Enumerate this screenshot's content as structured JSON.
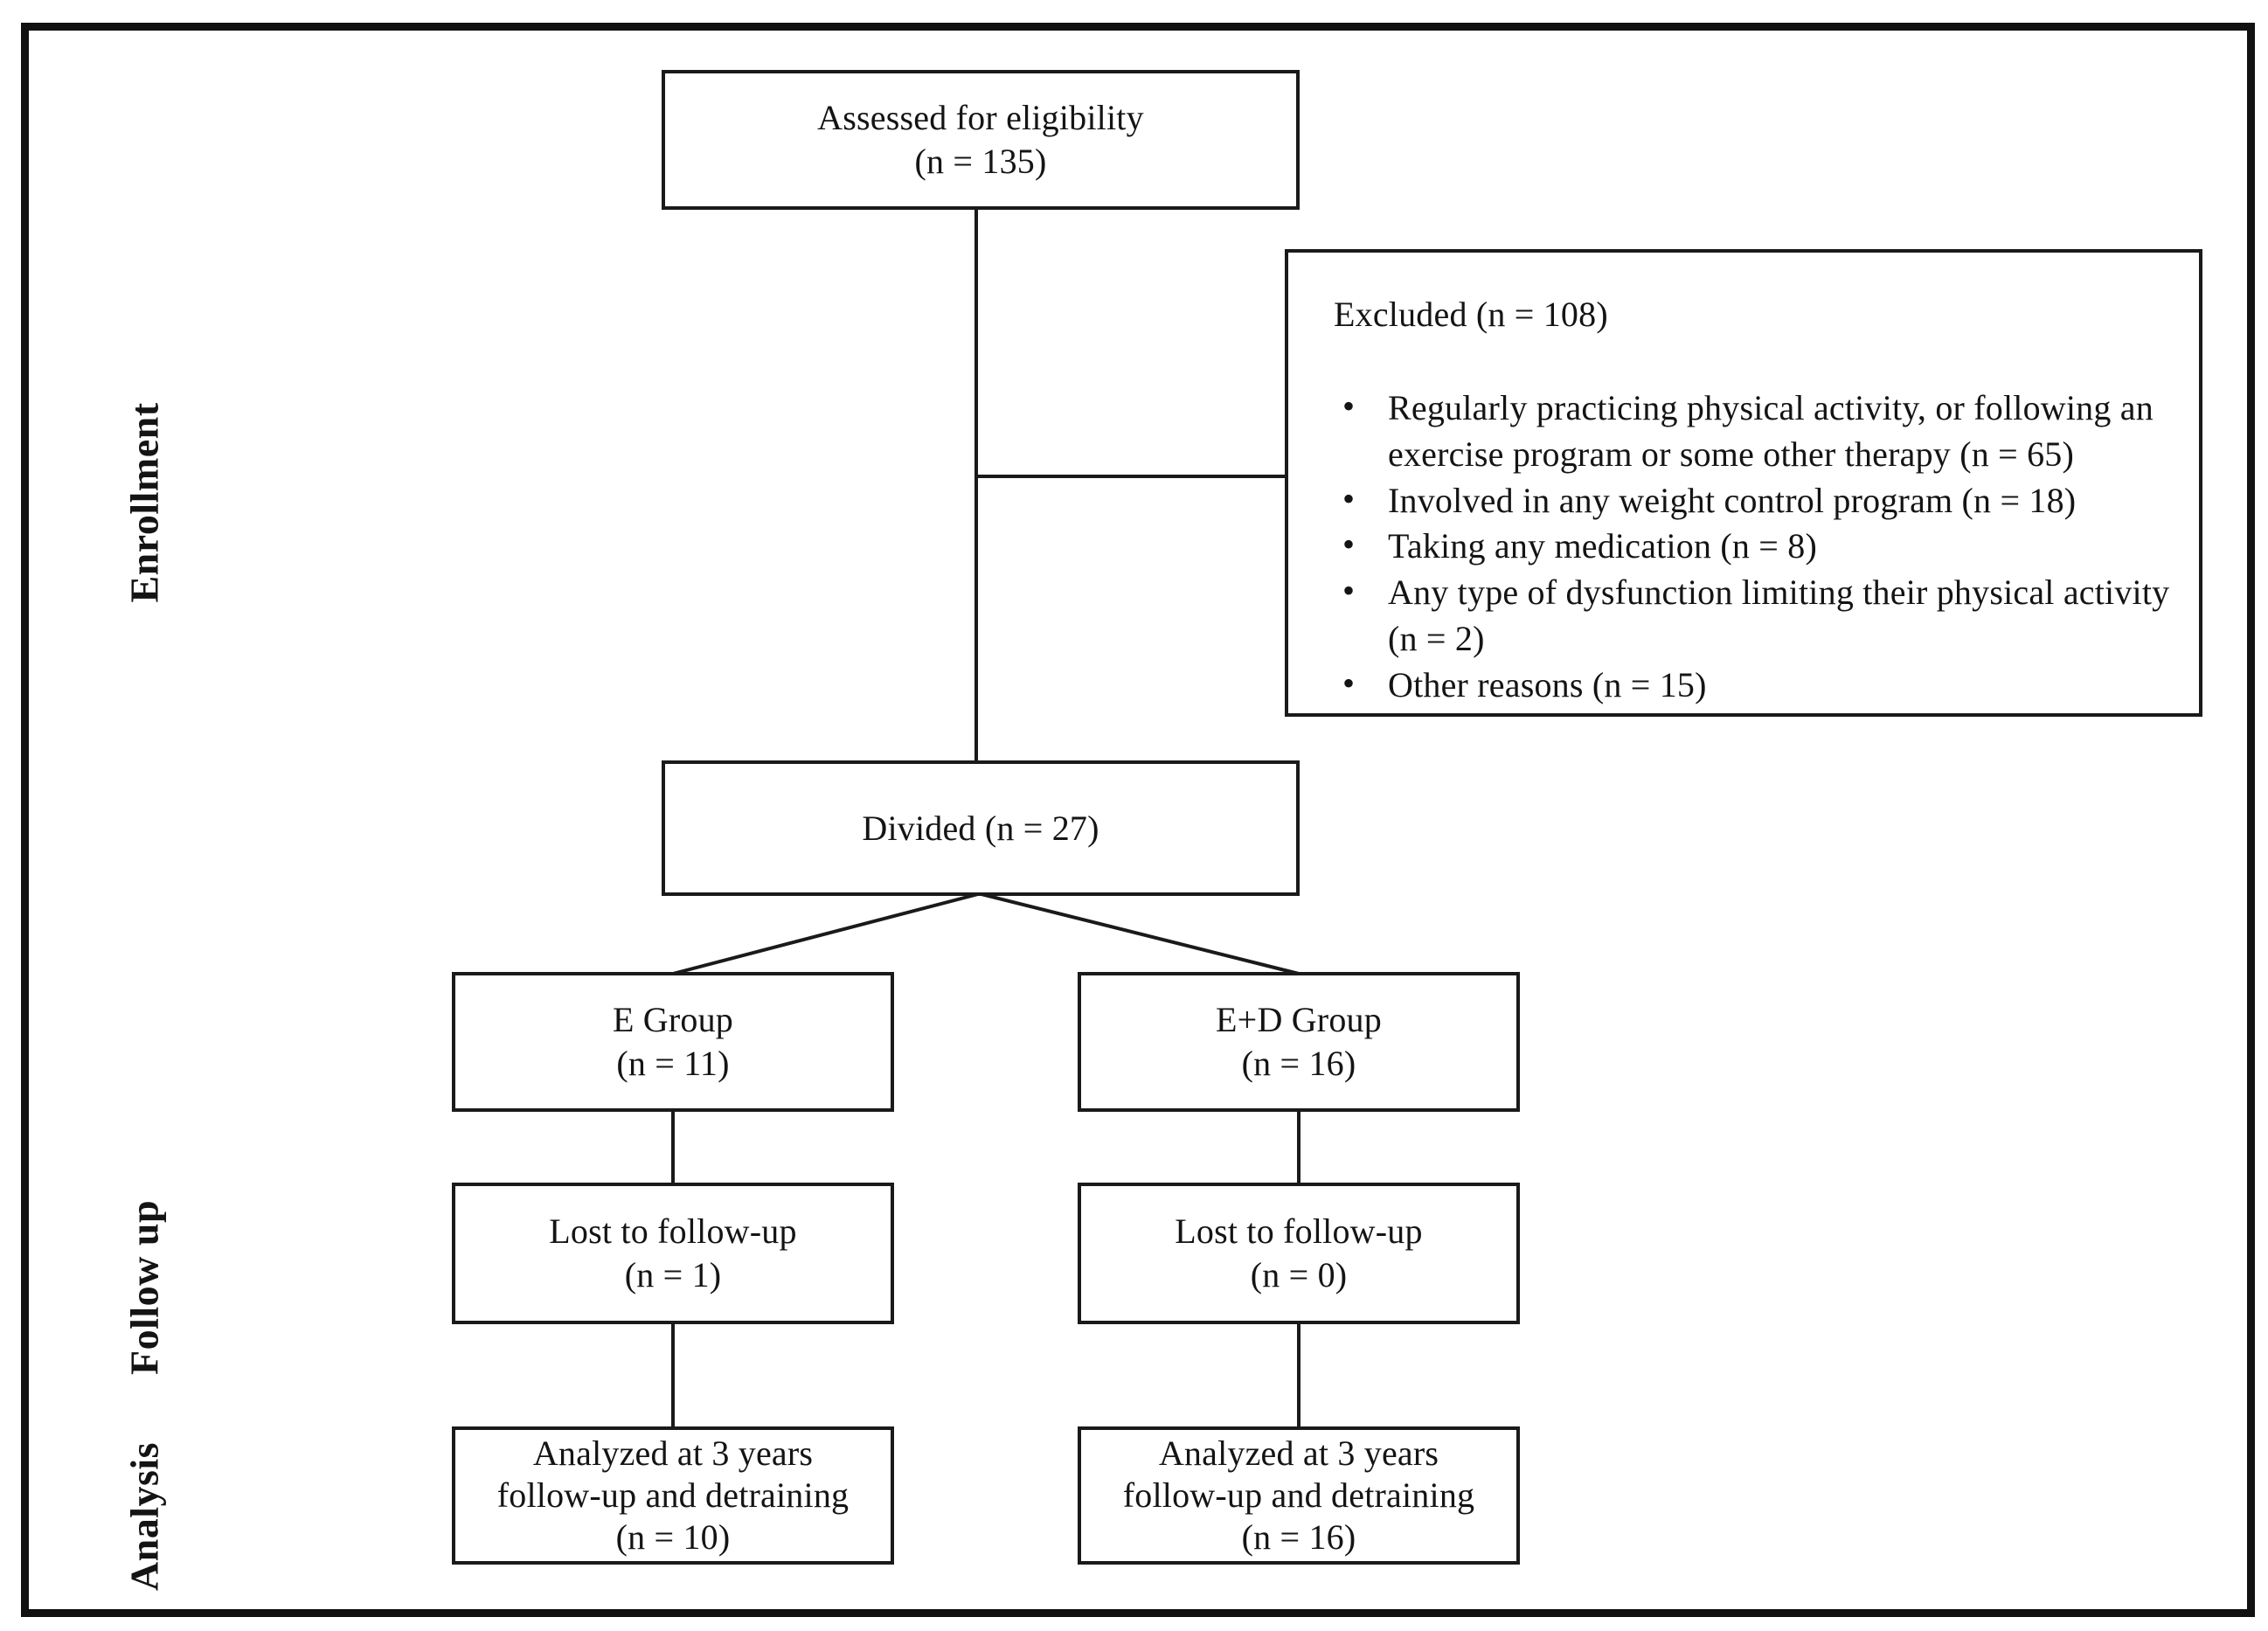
{
  "figure": {
    "type": "consort-participant-flow-diagram",
    "background_color": "#ffffff",
    "line_color": "#1a1a1a",
    "text_color": "#141414"
  },
  "stages": [
    {
      "label": "Enrollment"
    },
    {
      "label": "Follow up"
    },
    {
      "label": "Analysis"
    }
  ],
  "nodes": {
    "assessed": {
      "lines": [
        "Assessed for eligibility",
        "(n = 135)"
      ]
    },
    "excluded": {
      "title": "Excluded (n = 108)",
      "reasons": [
        "Regularly practicing physical activity, or following an exercise program or some other therapy (n = 65)",
        "Involved in any weight control program (n = 18)",
        "Taking any medication (n = 8)",
        "Any type of dysfunction limiting their physical activity (n = 2)",
        "Other reasons (n = 15)"
      ]
    },
    "divided": {
      "lines": [
        "Divided (n = 27)"
      ]
    },
    "e_group": {
      "lines": [
        "E Group",
        "(n = 11)"
      ]
    },
    "ed_group": {
      "lines": [
        "E+D Group",
        "(n = 16)"
      ]
    },
    "lost_e": {
      "lines": [
        "Lost to follow-up",
        "(n = 1)"
      ]
    },
    "lost_ed": {
      "lines": [
        "Lost to follow-up",
        "(n = 0)"
      ]
    },
    "analyzed_e": {
      "lines": [
        "Analyzed at 3 years",
        "follow-up and detraining",
        "(n = 10)"
      ]
    },
    "analyzed_ed": {
      "lines": [
        "Analyzed at 3 years",
        "follow-up and detraining",
        "(n = 16)"
      ]
    }
  }
}
